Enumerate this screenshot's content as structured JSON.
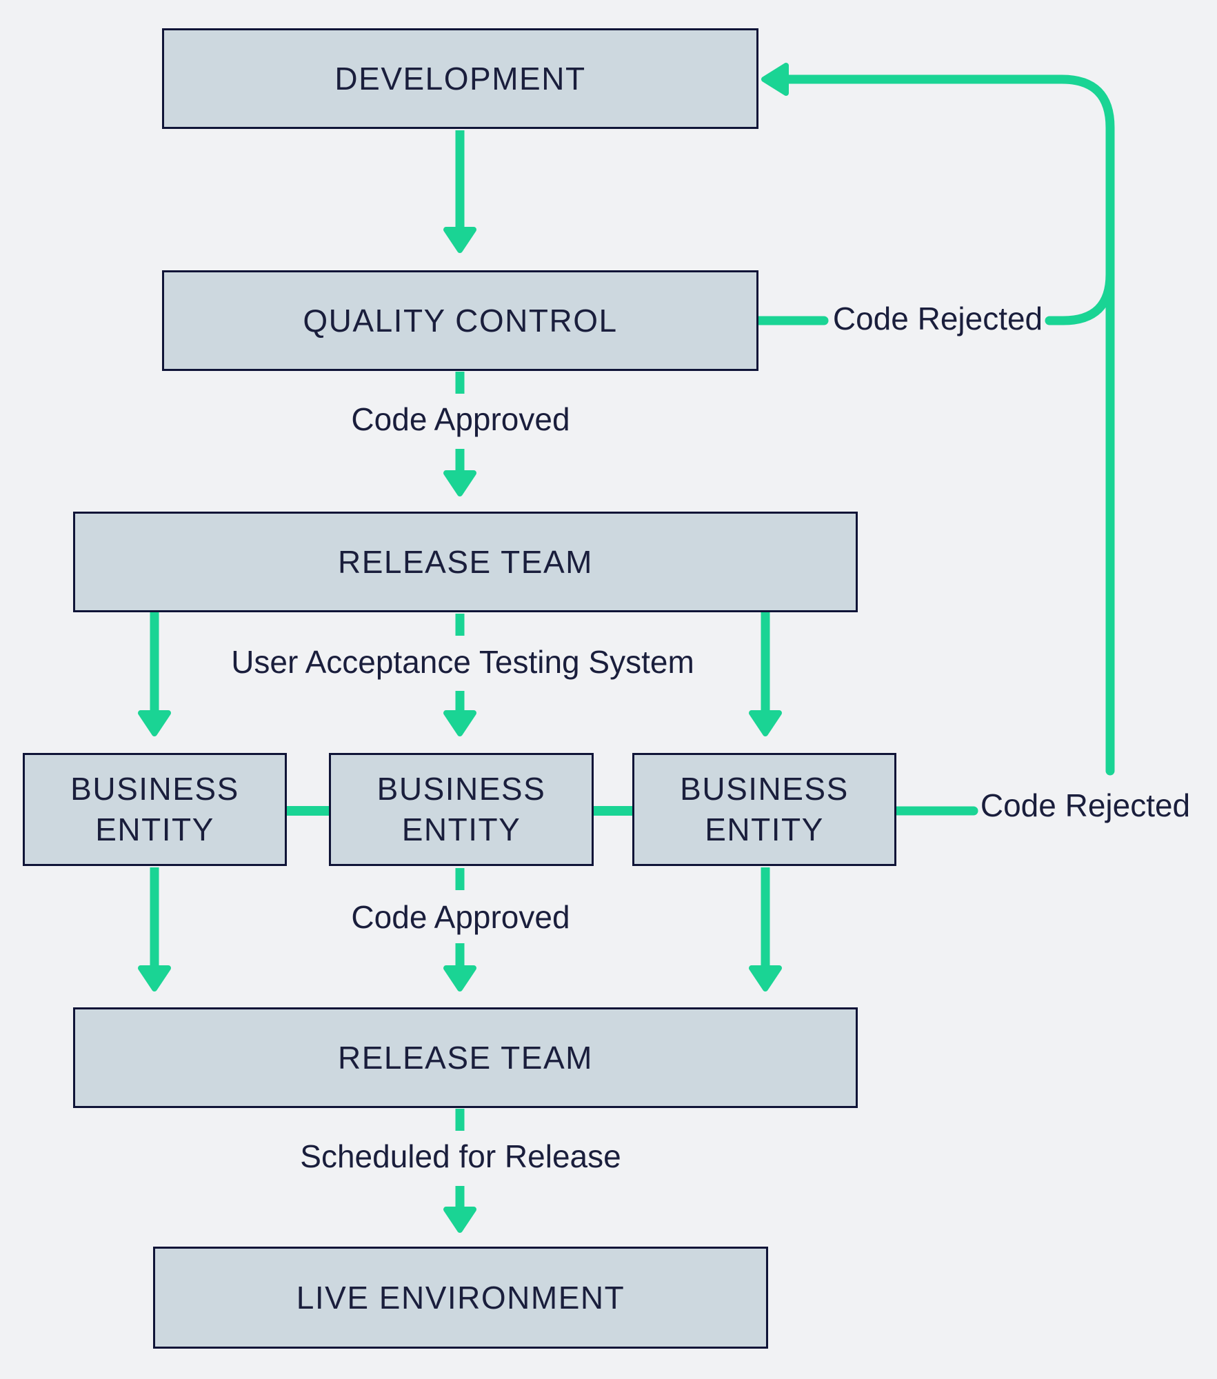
{
  "diagram": {
    "nodes": {
      "development": "DEVELOPMENT",
      "quality_control": "QUALITY CONTROL",
      "release_team_top": "RELEASE TEAM",
      "business_entity_left": "BUSINESS\nENTITY",
      "business_entity_middle": "BUSINESS\nENTITY",
      "business_entity_right": "BUSINESS\nENTITY",
      "release_team_bottom": "RELEASE TEAM",
      "live_environment": "LIVE ENVIRONMENT"
    },
    "edge_labels": {
      "code_rejected_top": "Code Rejected",
      "code_approved_top": "Code Approved",
      "user_acceptance": "User Acceptance Testing System",
      "code_rejected_bottom": "Code Rejected",
      "code_approved_bottom": "Code Approved",
      "scheduled_for_release": "Scheduled for Release"
    },
    "colors": {
      "background": "#f1f2f4",
      "node_fill": "#cdd8df",
      "node_border": "#0f1437",
      "text": "#1a1e3c",
      "arrow": "#1ad494"
    }
  }
}
